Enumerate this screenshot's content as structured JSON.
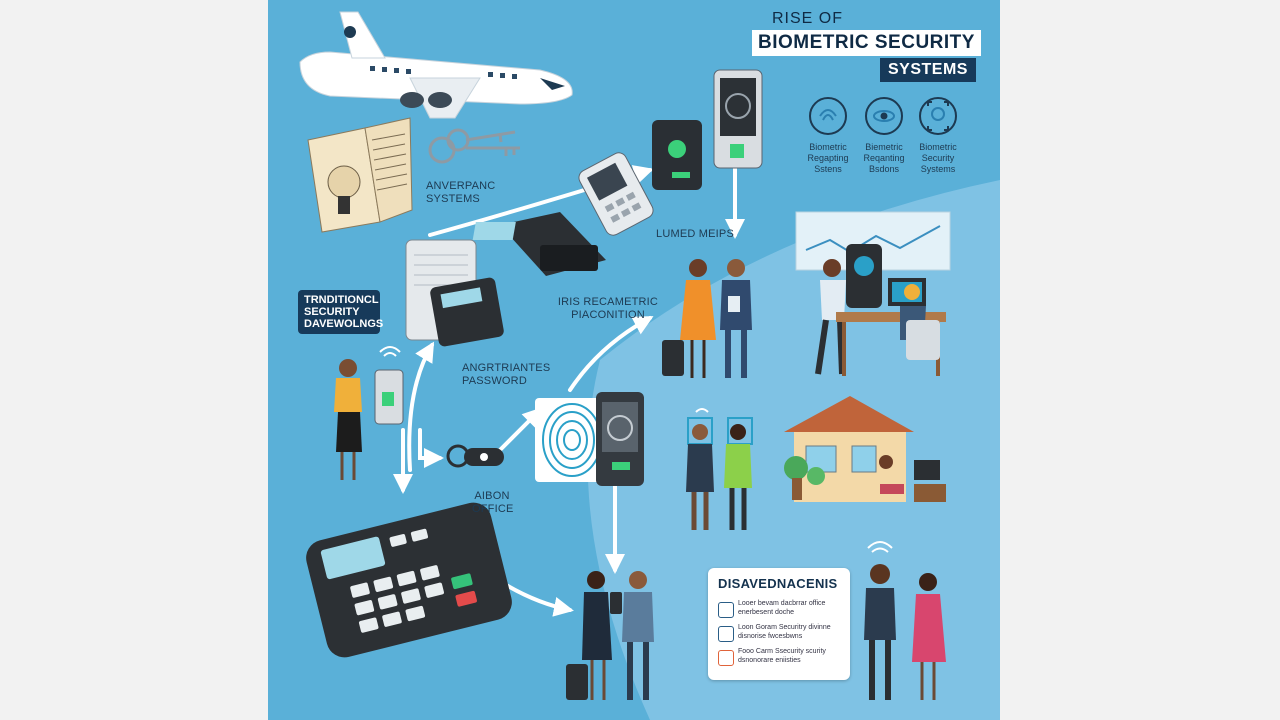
{
  "title": {
    "line1": "RISE OF",
    "line2": "BIOMETRIC SECURITY",
    "line3": "SYSTEMS"
  },
  "top_icons": [
    {
      "icon": "fingerprint-scan-icon",
      "caption": "Biometric Regapting Sstens"
    },
    {
      "icon": "eye-scan-icon",
      "caption": "Biemetric Reqanting Bsdons"
    },
    {
      "icon": "face-scan-icon",
      "caption": "Biometric Security Systems"
    }
  ],
  "labels": {
    "anverpanc": "ANVERPANC SYSTEMS",
    "traditional": "TRNDITIONCL SECURITY DAVEWOLNGS",
    "angrtriantes": "ANGRTRIANTES PASSWORD",
    "lumed": "LUMED MEIPS",
    "iris": "IRIS RECAMETRIC PIACONITION",
    "aibon": "AIBON OFFICE"
  },
  "advantages": {
    "title": "DISAVEDNACENIS",
    "items": [
      {
        "icon": "shield-check-icon",
        "text": "Looer bevam dacbrrar office enerbesent doche"
      },
      {
        "icon": "lock-icon",
        "text": "Loon Goram Securitry divinne disnorise fwcesbwns"
      },
      {
        "icon": "checkbox-checked-icon",
        "text": "Fooo Carm Ssecurity scurity dsnonorare eniisties"
      }
    ]
  },
  "colors": {
    "background": "#5ab0d8",
    "right_panel": "#8ccbe8",
    "title_dark": "#173a5a",
    "accent_green": "#2fbf71"
  }
}
